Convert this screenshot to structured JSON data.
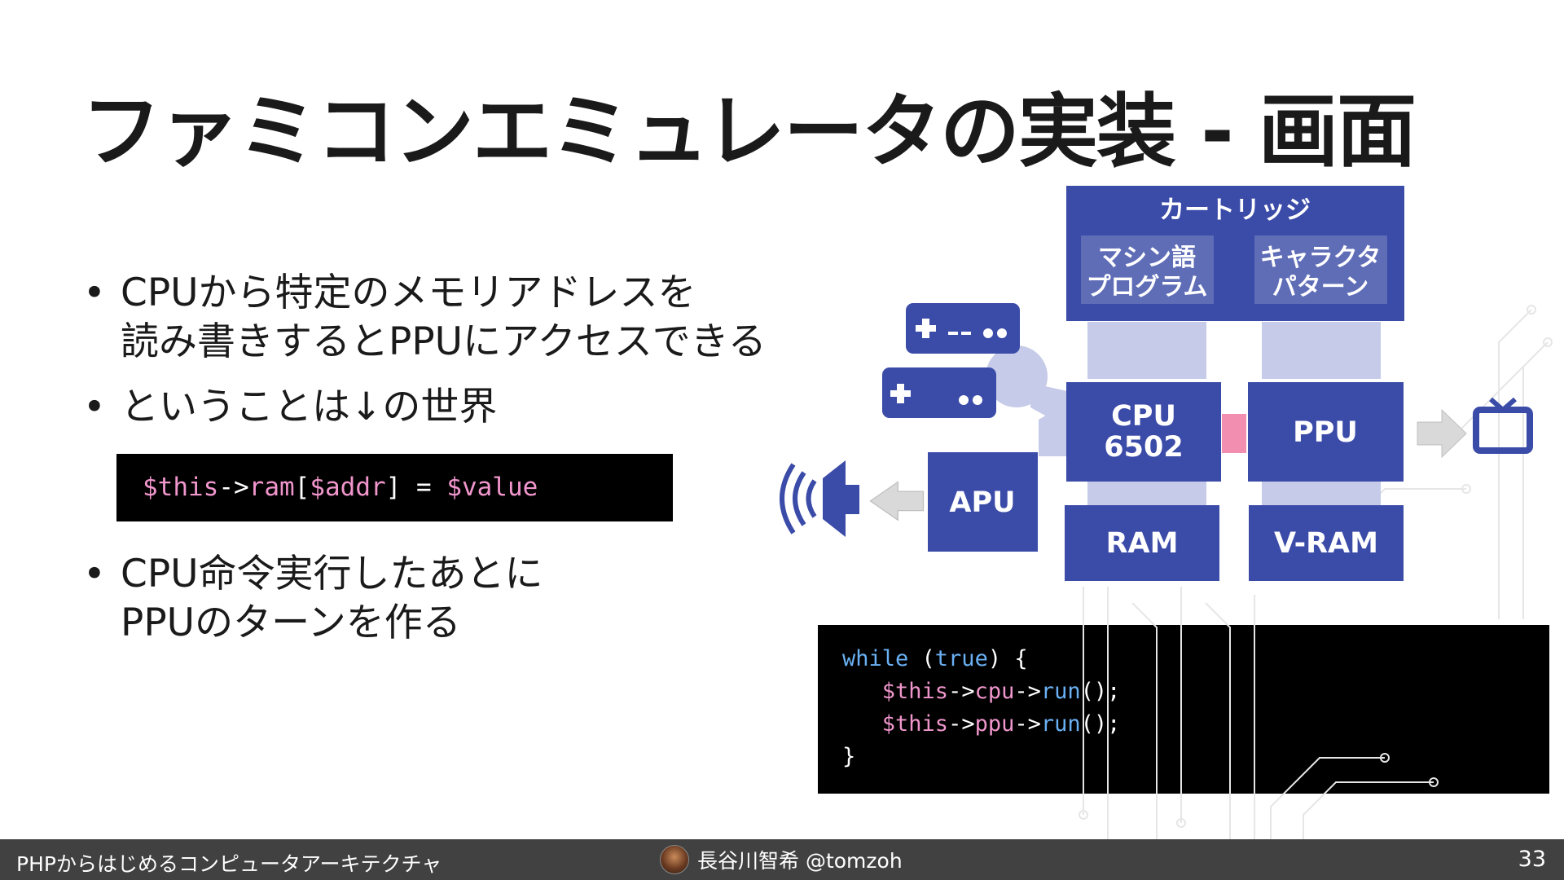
{
  "title": "ファミコンエミュレータの実装 - 画面",
  "bullets": [
    {
      "marker": "•",
      "lines": [
        "CPUから特定のメモリアドレスを",
        "読み書きするとPPUにアクセスできる"
      ]
    },
    {
      "marker": "•",
      "lines": [
        "ということは↓の世界"
      ]
    },
    {
      "marker": "•",
      "lines": [
        "CPU命令実行したあとに",
        "PPUのターンを作る"
      ]
    }
  ],
  "code1": {
    "tokens": [
      "$this",
      "->",
      "ram",
      "[",
      "$addr",
      "] = ",
      "$value"
    ]
  },
  "code2": {
    "line1": [
      "while",
      " (",
      "true",
      ") {"
    ],
    "line2": [
      "   ",
      "$this",
      "->",
      "cpu",
      "->",
      "run",
      "();"
    ],
    "line3": [
      "   ",
      "$this",
      "->",
      "ppu",
      "->",
      "run",
      "();"
    ],
    "line4": [
      "}"
    ]
  },
  "diagram": {
    "cartridge_label": "カートリッジ",
    "program_label": [
      "マシン語",
      "プログラム"
    ],
    "character_label": [
      "キャラクタ",
      "パターン"
    ],
    "cpu_label": [
      "CPU",
      "6502"
    ],
    "ppu_label": "PPU",
    "apu_label": "APU",
    "ram_label": "RAM",
    "vram_label": "V-RAM",
    "colors": {
      "block": "#3b4ba8",
      "connector": "#c5cbe8",
      "bridge": "#f28fb1",
      "arrow": "#d9d9d9"
    }
  },
  "icons": [
    "controller-icon",
    "speaker-icon",
    "tv-icon",
    "arrow-left-icon",
    "arrow-right-icon"
  ],
  "footer": {
    "left": "PHPからはじめるコンピュータアーキテクチャ",
    "center": "長谷川智希 @tomzoh",
    "page": "33"
  }
}
